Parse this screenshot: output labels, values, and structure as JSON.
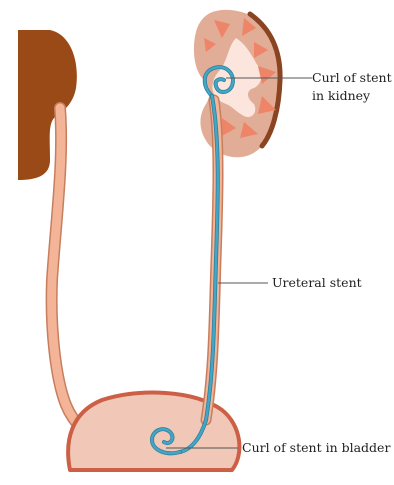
{
  "labels": {
    "kidney_curl_line1": "Curl of stent",
    "kidney_curl_line2": "in kidney",
    "ureteral_stent": "Ureteral stent",
    "bladder_curl": "Curl of stent in bladder"
  },
  "colors": {
    "background": "#ffffff",
    "left_kidney": "#9a4a16",
    "right_kidney_outer": "#e1ad96",
    "right_kidney_edge": "#8a4422",
    "renal_pelvis": "#fbe5dc",
    "calyces": "#ee8468",
    "ureter": "#f3b497",
    "ureter_edge": "#c77e5e",
    "stent": "#44a5c4",
    "stent_dark": "#2a7f9c",
    "bladder_fill": "#f1c8b7",
    "bladder_rim": "#cc5f45",
    "leader_line": "#555555"
  },
  "icons": [
    "left-kidney-shape",
    "right-kidney-cutaway",
    "bladder-shape",
    "stent-coil"
  ]
}
